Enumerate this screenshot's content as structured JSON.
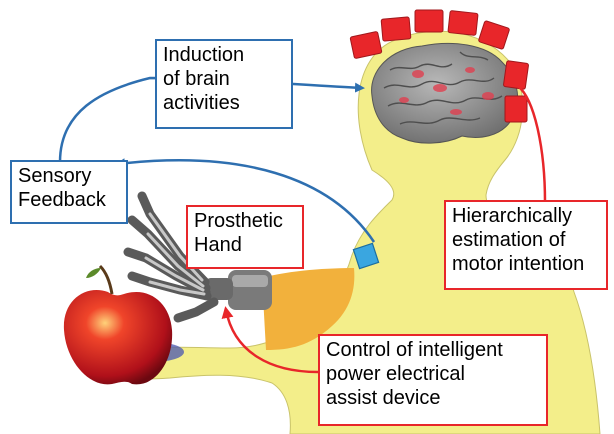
{
  "labels": {
    "induction": [
      "Induction",
      "of brain",
      "activities"
    ],
    "sensory": [
      "Sensory",
      "Feedback"
    ],
    "prosthetic": [
      "Prosthetic",
      "Hand"
    ],
    "hierarchical": [
      "Hierarchically",
      "estimation of",
      "motor intention"
    ],
    "control": [
      "Control of intelligent",
      "power electrical",
      "assist device"
    ]
  },
  "colors": {
    "blue_arrow": "#2e6fb0",
    "red_arrow": "#e8262a",
    "body": "#f3ee8a",
    "arm": "#f2b13c",
    "electrode": "#e8262a",
    "sensor": "#3aa6e0"
  }
}
